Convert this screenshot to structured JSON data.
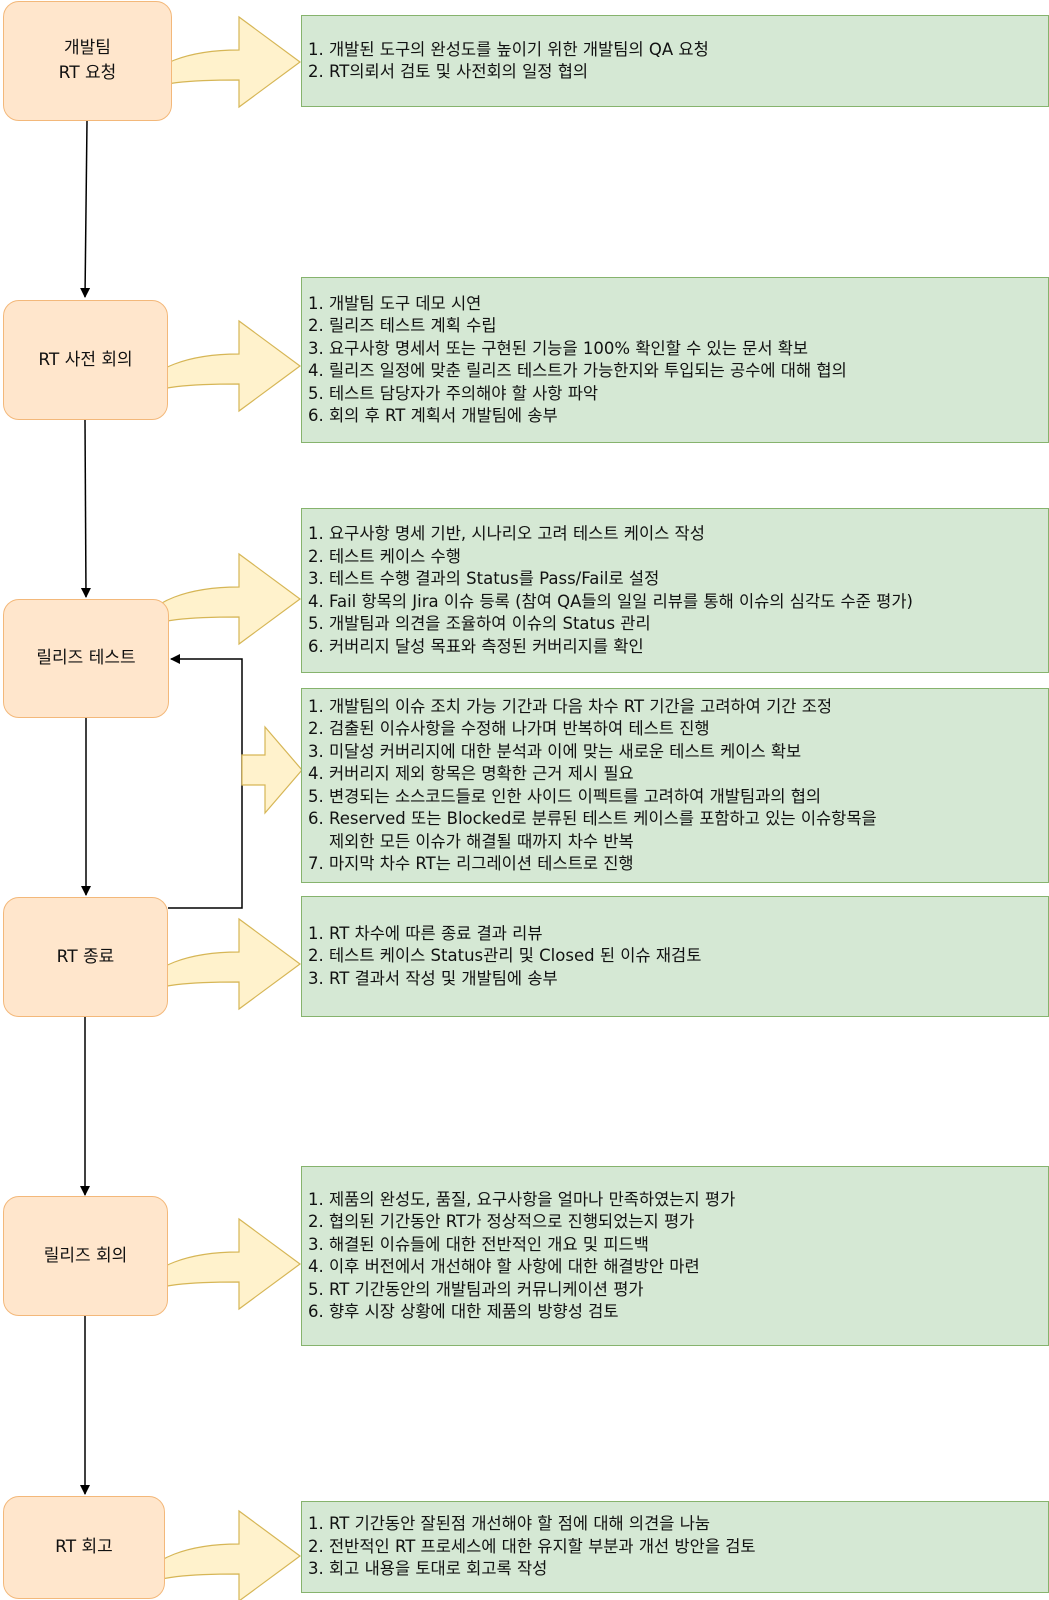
{
  "colors": {
    "step_fill": "#ffe6cc",
    "step_border": "#f3b87a",
    "note_fill": "#d5e8d4",
    "note_border": "#86b36d",
    "callout_fill": "#fff2cc",
    "callout_border": "#d6b656"
  },
  "steps": [
    {
      "label": "개발팀\nRT 요청"
    },
    {
      "label": "RT 사전 회의"
    },
    {
      "label": "릴리즈 테스트"
    },
    {
      "label": "RT 종료"
    },
    {
      "label": "릴리즈 회의"
    },
    {
      "label": "RT 회고"
    }
  ],
  "notes": [
    {
      "items": [
        "1. 개발된 도구의 완성도를 높이기 위한 개발팀의 QA 요청",
        "2. RT의뢰서 검토 및 사전회의 일정 협의"
      ]
    },
    {
      "items": [
        "1. 개발팀 도구 데모 시연",
        "2. 릴리즈 테스트 계획 수립",
        "3. 요구사항 명세서 또는 구현된 기능을 100% 확인할 수 있는 문서 확보",
        "4. 릴리즈 일정에 맞춘 릴리즈 테스트가 가능한지와 투입되는 공수에 대해 협의",
        "5. 테스트 담당자가 주의해야 할 사항 파악",
        "6. 회의 후 RT 계획서 개발팀에 송부"
      ]
    },
    {
      "items": [
        "1. 요구사항 명세 기반, 시나리오 고려 테스트 케이스 작성",
        "2. 테스트 케이스 수행",
        "3. 테스트 수행 결과의 Status를 Pass/Fail로 설정",
        "4. Fail 항목의 Jira 이슈 등록 (참여 QA들의 일일 리뷰를 통해 이슈의 심각도 수준 평가)",
        "5. 개발팀과 의견을 조율하여 이슈의 Status 관리",
        "6. 커버리지 달성 목표와 측정된 커버리지를 확인"
      ]
    },
    {
      "items": [
        "1. 개발팀의 이슈 조치 가능 기간과 다음 차수 RT 기간을 고려하여 기간 조정",
        "2. 검출된 이슈사항을 수정해 나가며 반복하여 테스트 진행",
        "3. 미달성 커버리지에 대한 분석과 이에 맞는 새로운 테스트 케이스 확보",
        "4. 커버리지 제외 항목은 명확한 근거 제시 필요",
        "5. 변경되는 소스코드들로 인한 사이드 이펙트를 고려하여 개발팀과의 협의",
        "6. Reserved 또는 Blocked로 분류된 테스트 케이스를 포함하고 있는 이슈항목을",
        "    제외한 모든 이슈가 해결될 때까지 차수 반복",
        "7. 마지막 차수 RT는 리그레이션 테스트로 진행"
      ]
    },
    {
      "items": [
        "1. RT 차수에 따른 종료 결과 리뷰",
        "2. 테스트 케이스 Status관리 및 Closed 된 이슈 재검토",
        "3. RT 결과서 작성 및 개발팀에 송부"
      ]
    },
    {
      "items": [
        "1. 제품의 완성도, 품질, 요구사항을 얼마나 만족하였는지 평가",
        "2. 협의된 기간동안 RT가 정상적으로 진행되었는지 평가",
        "3. 해결된 이슈들에 대한 전반적인 개요 및 피드백",
        "4. 이후 버전에서 개선해야 할 사항에 대한 해결방안 마련",
        "5. RT 기간동안의 개발팀과의 커뮤니케이션 평가",
        "6. 향후 시장 상황에 대한 제품의 방향성 검토"
      ]
    },
    {
      "items": [
        "1. RT 기간동안 잘된점 개선해야 할 점에 대해 의견을 나눔",
        "2. 전반적인 RT 프로세스에 대한 유지할 부분과 개선 방안을 검토",
        "3. 회고 내용을 토대로 회고록 작성"
      ]
    }
  ]
}
